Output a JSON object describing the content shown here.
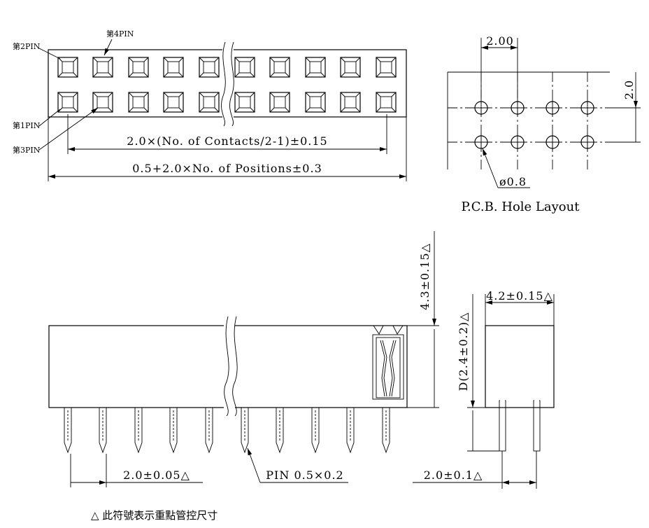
{
  "top_view": {
    "pin_labels": [
      "第2PIN",
      "第4PIN",
      "第1PIN",
      "第3PIN"
    ],
    "dim_contacts": "2.0×(No. of Contacts/2-1)±0.15",
    "dim_positions": "0.5+2.0×No. of Positions±0.3"
  },
  "pcb_layout": {
    "dim_pitch_x": "2.00",
    "dim_pitch_y": "2.0",
    "dim_hole": "ø0.8",
    "caption": "P.C.B. Hole Layout"
  },
  "side_view": {
    "dim_height": "4.3±0.15△",
    "dim_pitch": "2.0±0.05△",
    "pin_label": "PIN 0.5×0.2"
  },
  "end_view": {
    "dim_width": "4.2±0.15△",
    "dim_depth": "D(2.4±0.2)△",
    "dim_pitch": "2.0±0.1△"
  },
  "footnote": "△ 此符號表示重點管控尺寸"
}
